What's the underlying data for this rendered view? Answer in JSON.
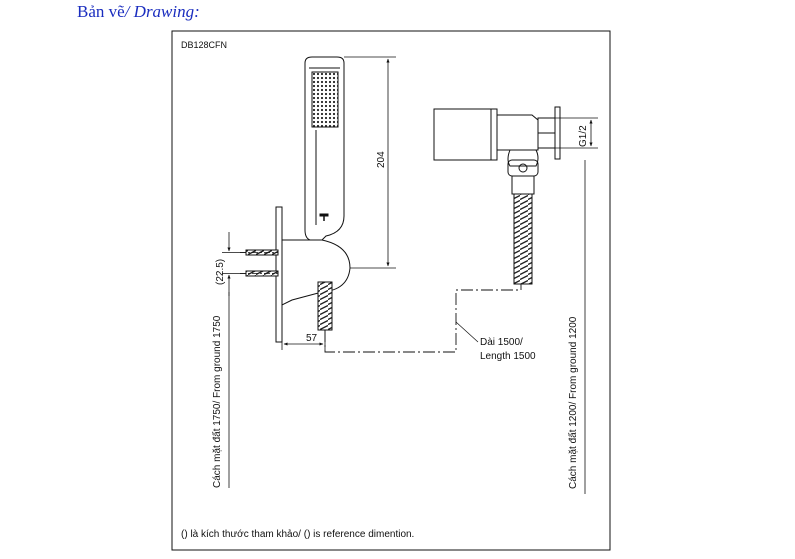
{
  "heading": {
    "vi": "Bản vẽ",
    "en": "/ Drawing:"
  },
  "drawing": {
    "model": "DB128CFN",
    "dim_height": "204",
    "dim_ref": "(22.5)",
    "dim_width": "57",
    "dim_thread": "G1/2",
    "hose_length_vi": "Dài 1500/",
    "hose_length_en": "Length 1500",
    "left_ground": "Cách mặt đất 1750/ From ground 1750",
    "right_ground": "Cách mặt đất 1200/ From ground 1200",
    "footnote": "() là kích thước tham khảo/ () is reference dimention."
  }
}
